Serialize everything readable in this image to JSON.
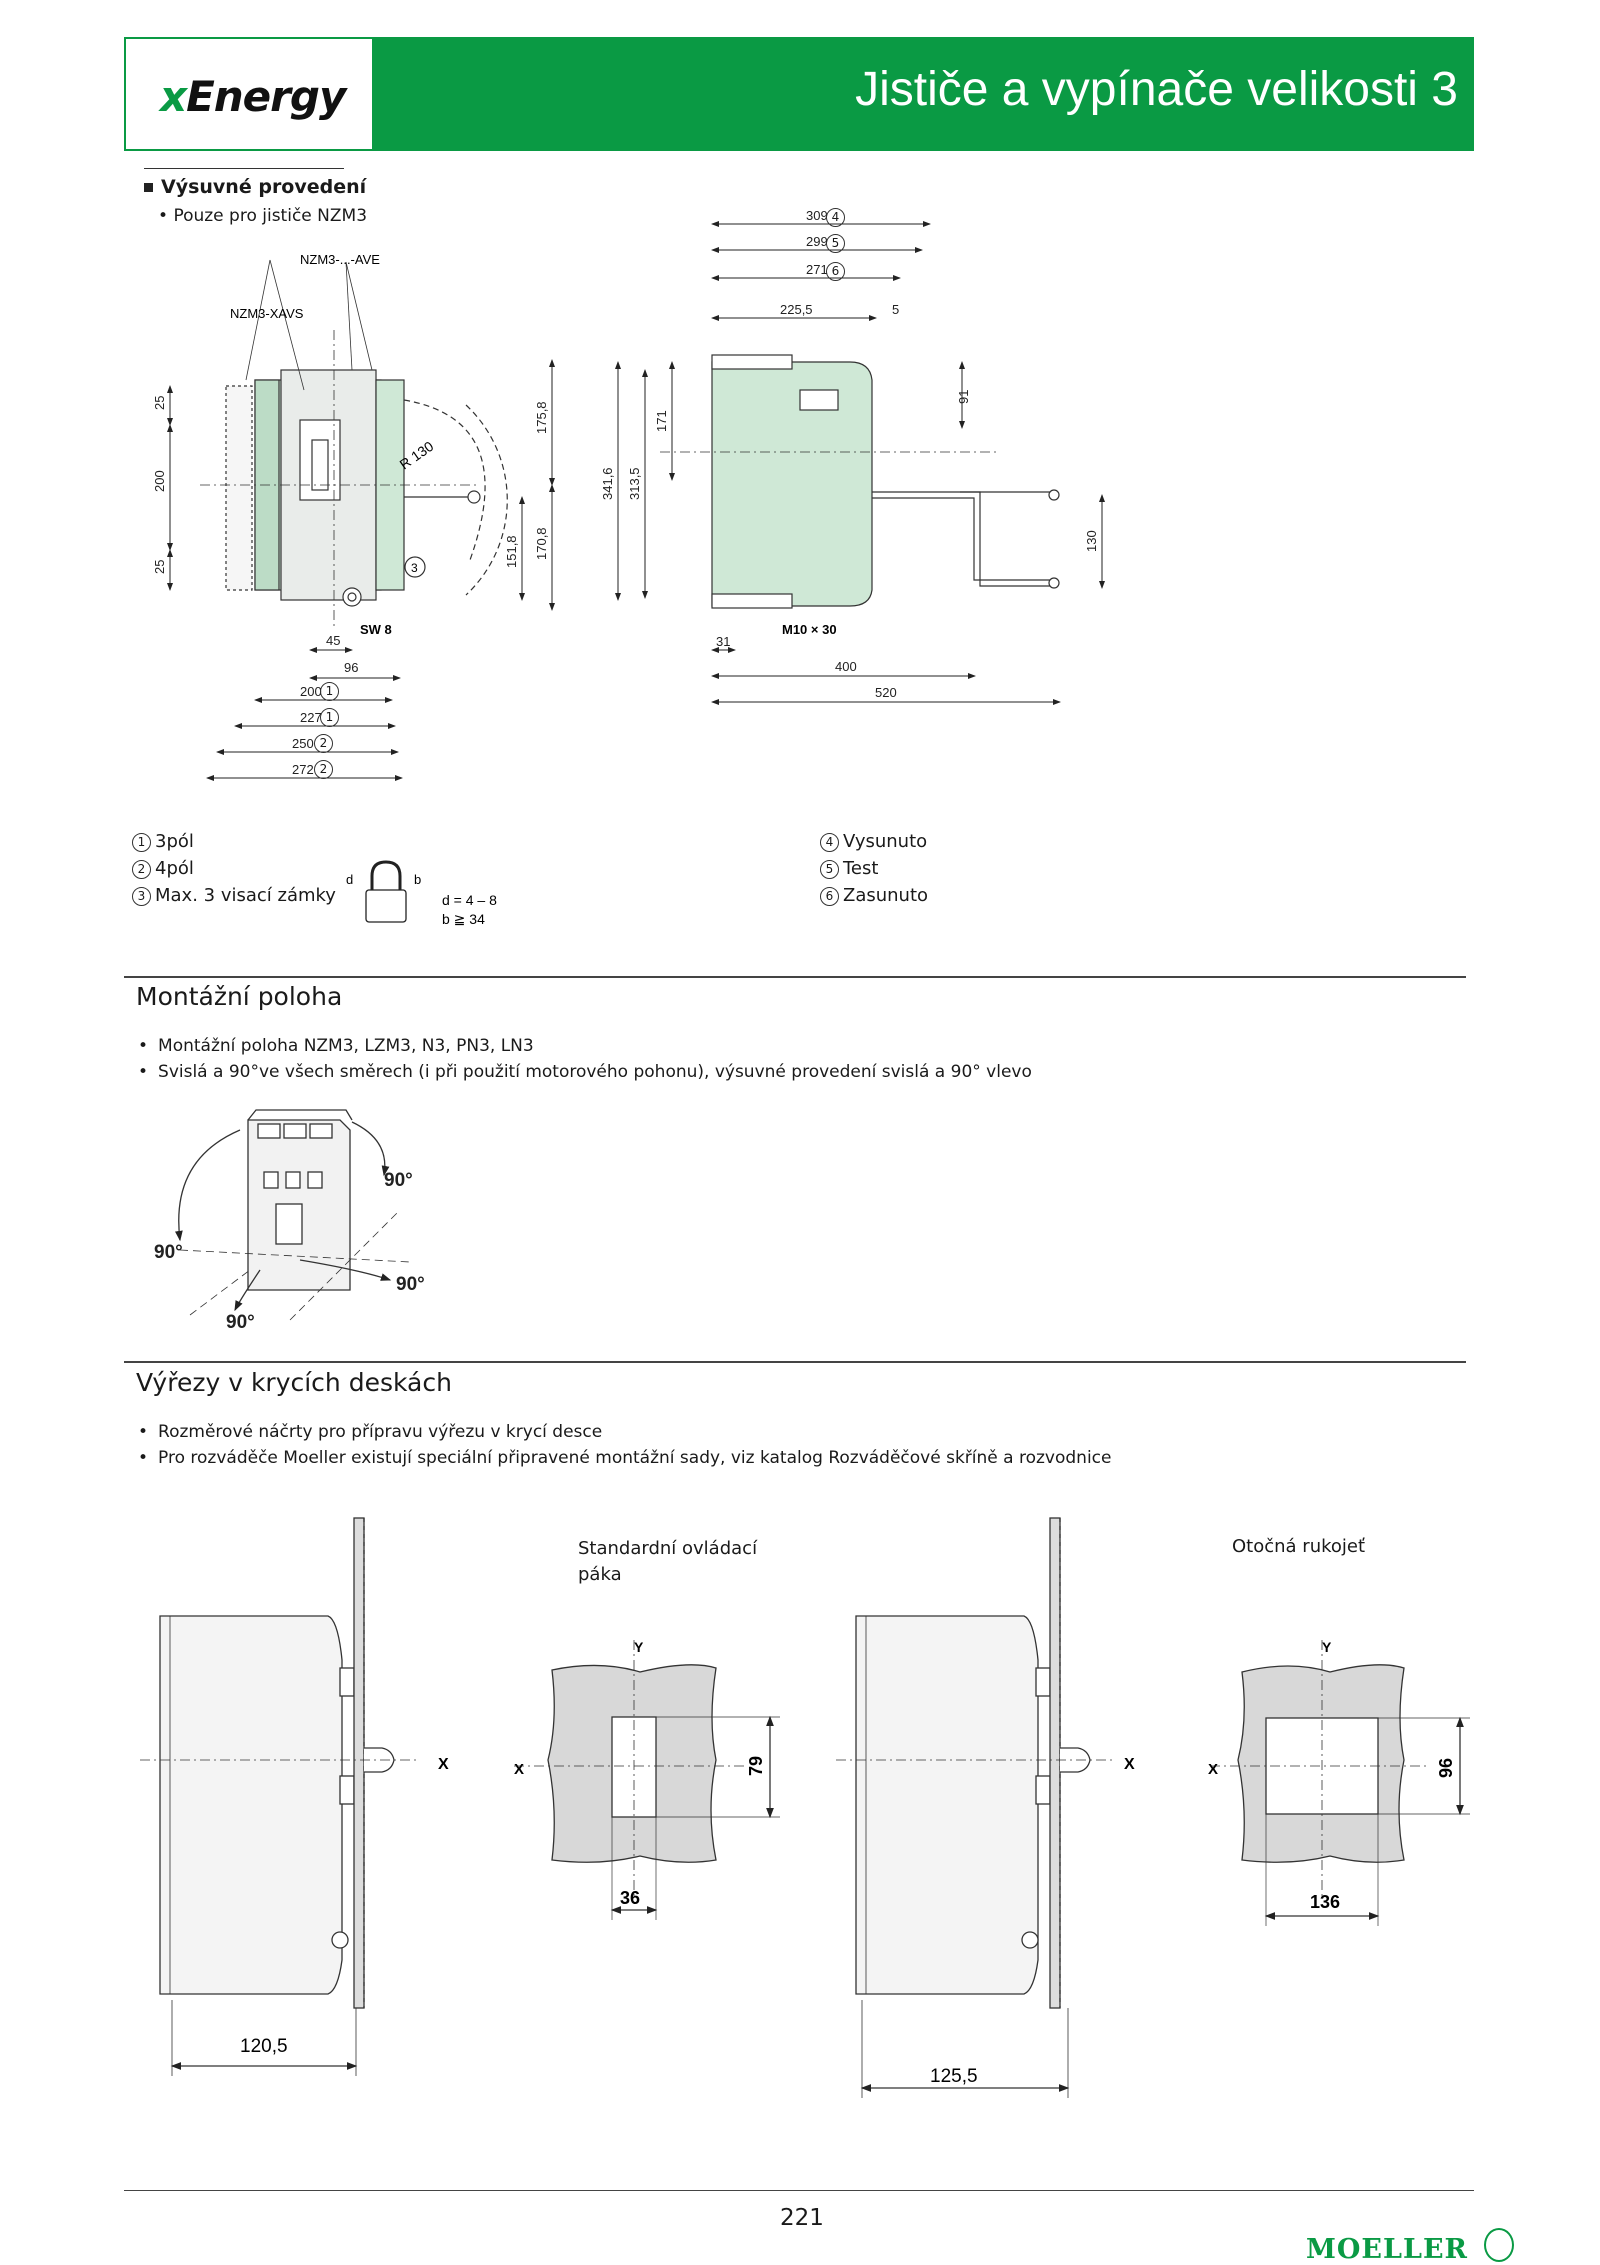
{
  "header": {
    "logo_prefix": "x",
    "logo_word": "Energy",
    "title": "Jističe a vypínače velikosti 3",
    "brand_color": "#0a9a44"
  },
  "drawout": {
    "heading": "Výsuvné provedení",
    "bullet": "Pouze pro jističe NZM3",
    "labels": {
      "ave": "NZM3-...-AVE",
      "xavs": "NZM3-XAVS",
      "r130": "R 130",
      "sw8": "SW 8",
      "m10": "M10 × 30"
    },
    "left_dims": {
      "d25a": "25",
      "d200": "200",
      "d25b": "25",
      "d1758": "175,8",
      "d1518": "151,8",
      "d1708": "170,8",
      "d45": "45",
      "d96": "96",
      "d200w": "200",
      "d227": "227",
      "d250": "250",
      "d272": "272",
      "n1": "1",
      "n2": "2",
      "n3": "3"
    },
    "right_dims": {
      "d309": "309",
      "d299": "299",
      "d271": "271",
      "d2255": "225,5",
      "d5": "5",
      "d91": "91",
      "d171": "171",
      "d3416": "341,6",
      "d3135": "313,5",
      "d130": "130",
      "d31": "31",
      "d400": "400",
      "d520": "520",
      "n4": "4",
      "n5": "5",
      "n6": "6"
    }
  },
  "legend_left": [
    {
      "num": "1",
      "text": "3pól"
    },
    {
      "num": "2",
      "text": "4pól"
    },
    {
      "num": "3",
      "text": "Max. 3 visací zámky"
    }
  ],
  "padlock": {
    "d": "d",
    "b": "b",
    "d_range": "d = 4 – 8",
    "b_range": "b ≧ 34"
  },
  "legend_right": [
    {
      "num": "4",
      "text": "Vysunuto"
    },
    {
      "num": "5",
      "text": "Test"
    },
    {
      "num": "6",
      "text": "Zasunuto"
    }
  ],
  "mounting": {
    "title": "Montážní poloha",
    "bullets": [
      "Montážní poloha NZM3, LZM3, N3, PN3, LN3",
      "Svislá a 90°ve všech směrech (i při použití motorového pohonu), výsuvné provedení svislá a 90° vlevo"
    ],
    "angle": "90°"
  },
  "cutouts": {
    "title": "Výřezy v krycích deskách",
    "bullets": [
      "Rozměrové náčrty pro přípravu výřezu v krycí desce",
      "Pro rozváděče Moeller existují speciální připravené montážní sady, viz katalog Rozváděčové skříně a rozvodnice"
    ],
    "fig1": {
      "label_line1": "Standardní ovládací",
      "label_line2": "páka",
      "depth": "120,5",
      "w": "36",
      "h": "79"
    },
    "fig2": {
      "label": "Otočná rukojeť",
      "depth": "125,5",
      "w": "136",
      "h": "96"
    },
    "x": "X",
    "y": "Y"
  },
  "footer": {
    "page": "221",
    "brand": "MOELLER"
  }
}
